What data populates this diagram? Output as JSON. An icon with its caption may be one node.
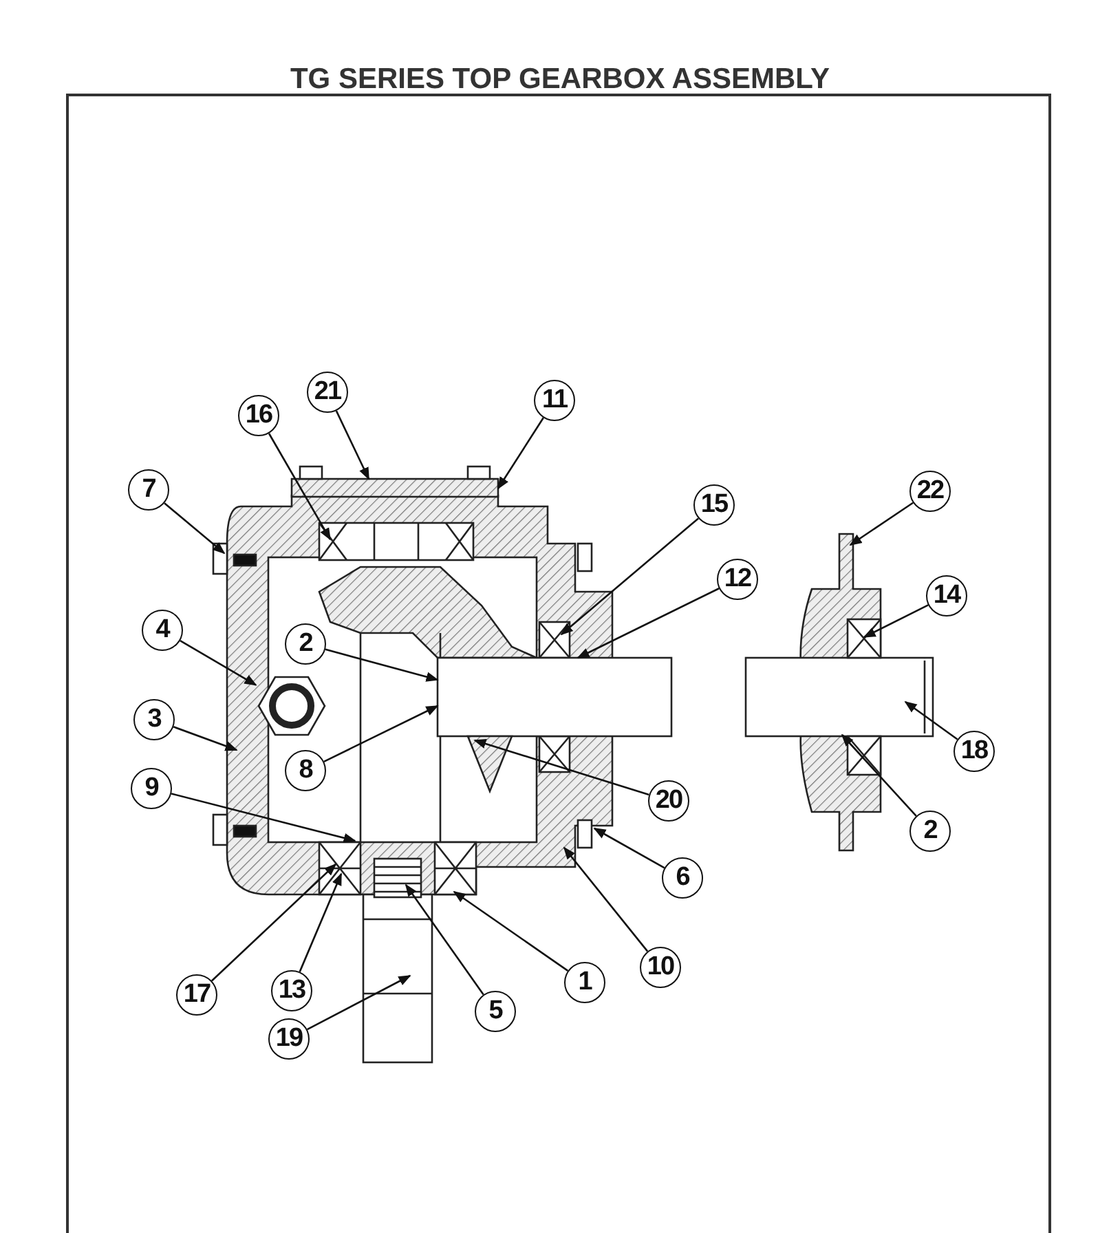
{
  "diagram": {
    "title": "TG SERIES TOP GEARBOX ASSEMBLY",
    "nodes": [
      {
        "text": [
          "21"
        ]
      },
      {
        "text": [
          "11"
        ]
      },
      {
        "text": [
          "16"
        ]
      },
      {
        "text": [
          "22"
        ]
      },
      {
        "text": [
          "7"
        ]
      },
      {
        "text": [
          "15"
        ]
      },
      {
        "text": [
          "12"
        ]
      },
      {
        "text": [
          "14"
        ]
      },
      {
        "text": [
          "4"
        ]
      },
      {
        "text": [
          "2"
        ]
      },
      {
        "text": [
          "3"
        ]
      },
      {
        "text": [
          "18"
        ]
      },
      {
        "text": [
          "8"
        ]
      },
      {
        "text": [
          "20"
        ]
      },
      {
        "text": [
          "9"
        ]
      },
      {
        "text": [
          "2"
        ]
      },
      {
        "text": [
          "6"
        ]
      },
      {
        "text": [
          "10"
        ]
      },
      {
        "text": [
          "1"
        ]
      },
      {
        "text": [
          "17"
        ]
      },
      {
        "text": [
          "13"
        ]
      },
      {
        "text": [
          "5"
        ]
      },
      {
        "text": [
          "19"
        ]
      },
      {
        "text": [],
        "shape": "picture"
      }
    ],
    "edges": [
      {
        "from": 0,
        "to": null,
        "arrow": "to"
      },
      {
        "from": 1,
        "to": null,
        "arrow": "to"
      },
      {
        "from": 2,
        "to": null,
        "arrow": "to"
      },
      {
        "from": 3,
        "to": null,
        "arrow": "to"
      },
      {
        "from": 4,
        "to": null,
        "arrow": "to"
      },
      {
        "from": 5,
        "to": null,
        "arrow": "to"
      },
      {
        "from": 6,
        "to": null,
        "arrow": "to"
      },
      {
        "from": 7,
        "to": null,
        "arrow": "to"
      },
      {
        "from": 8,
        "to": 23,
        "arrow": "to"
      },
      {
        "from": 9,
        "to": null,
        "arrow": "to"
      },
      {
        "from": 10,
        "to": null,
        "arrow": "to"
      },
      {
        "from": 11,
        "to": null,
        "arrow": "to"
      },
      {
        "from": 12,
        "to": null,
        "arrow": "to"
      },
      {
        "from": 13,
        "to": null,
        "arrow": "to"
      },
      {
        "from": 14,
        "to": null,
        "arrow": "to"
      },
      {
        "from": 15,
        "to": null,
        "arrow": "to"
      },
      {
        "from": 16,
        "to": null,
        "arrow": "to"
      },
      {
        "from": 17,
        "to": null,
        "arrow": "to"
      },
      {
        "from": 18,
        "to": null,
        "arrow": "to"
      },
      {
        "from": 19,
        "to": null,
        "arrow": "to"
      },
      {
        "from": 20,
        "to": null,
        "arrow": "to"
      },
      {
        "from": 21,
        "to": null,
        "arrow": "to"
      },
      {
        "from": 22,
        "to": null,
        "arrow": "to"
      }
    ]
  }
}
